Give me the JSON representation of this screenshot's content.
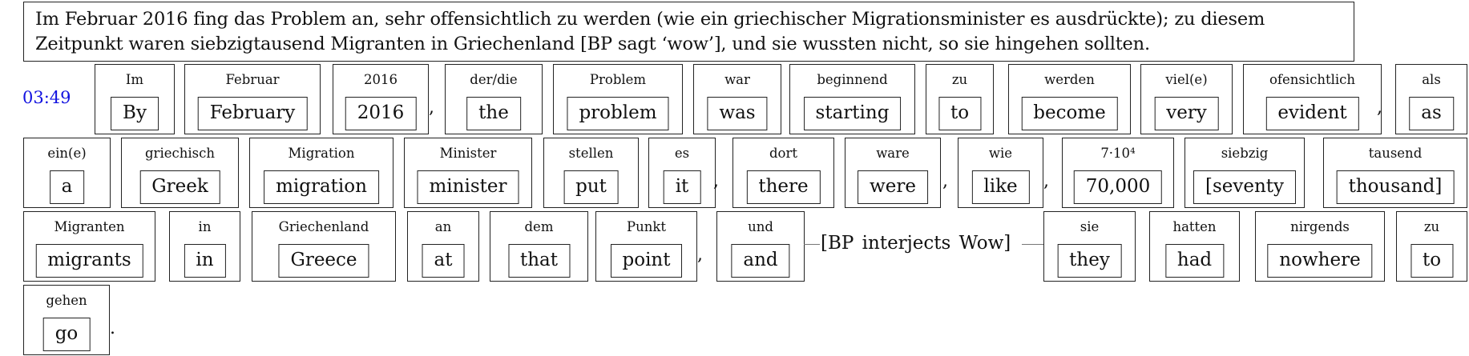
{
  "translation_text": "Im Februar 2016 fing das Problem an, sehr offensichtlich zu werden (wie ein griechischer Migrationsminister es ausdrückte); zu diesem Zeitpunkt waren siebzigtausend Migranten in Griechenland [BP sagt ‘wow’], und sie wussten nicht, so sie hingehen sollten.",
  "timestamp": "03:49",
  "interjection": "[BP interjects Wow]",
  "tokens": [
    {
      "gloss": "Im",
      "english": "By"
    },
    {
      "gloss": "Februar",
      "english": "February"
    },
    {
      "gloss": "2016",
      "english": "2016"
    },
    {
      "gloss": "der/die",
      "english": "the"
    },
    {
      "gloss": "Problem",
      "english": "problem"
    },
    {
      "gloss": "war",
      "english": "was"
    },
    {
      "gloss": "beginnend",
      "english": "starting"
    },
    {
      "gloss": "zu",
      "english": "to"
    },
    {
      "gloss": "werden",
      "english": "become"
    },
    {
      "gloss": "viel(e)",
      "english": "very"
    },
    {
      "gloss": "ofensichtlich",
      "english": "evident"
    },
    {
      "gloss": "als",
      "english": "as"
    },
    {
      "gloss": "ein(e)",
      "english": "a"
    },
    {
      "gloss": "griechisch",
      "english": "Greek"
    },
    {
      "gloss": "Migration",
      "english": "migration"
    },
    {
      "gloss": "Minister",
      "english": "minister"
    },
    {
      "gloss": "stellen",
      "english": "put"
    },
    {
      "gloss": "es",
      "english": "it"
    },
    {
      "gloss": "dort",
      "english": "there"
    },
    {
      "gloss": "ware",
      "english": "were"
    },
    {
      "gloss": "wie",
      "english": "like"
    },
    {
      "gloss": "7·10⁴",
      "english": "70,000"
    },
    {
      "gloss": "siebzig",
      "english": "[seventy"
    },
    {
      "gloss": "tausend",
      "english": "thousand]"
    },
    {
      "gloss": "Migranten",
      "english": "migrants"
    },
    {
      "gloss": "in",
      "english": "in"
    },
    {
      "gloss": "Griechenland",
      "english": "Greece"
    },
    {
      "gloss": "an",
      "english": "at"
    },
    {
      "gloss": "dem",
      "english": "that"
    },
    {
      "gloss": "Punkt",
      "english": "point"
    },
    {
      "gloss": "und",
      "english": "and"
    },
    {
      "gloss": "sie",
      "english": "they"
    },
    {
      "gloss": "hatten",
      "english": "had"
    },
    {
      "gloss": "nirgends",
      "english": "nowhere"
    },
    {
      "gloss": "zu",
      "english": "to"
    },
    {
      "gloss": "gehen",
      "english": "go"
    }
  ],
  "punctuation": [
    ",",
    ",",
    ",",
    ",",
    ",",
    ",",
    "."
  ]
}
